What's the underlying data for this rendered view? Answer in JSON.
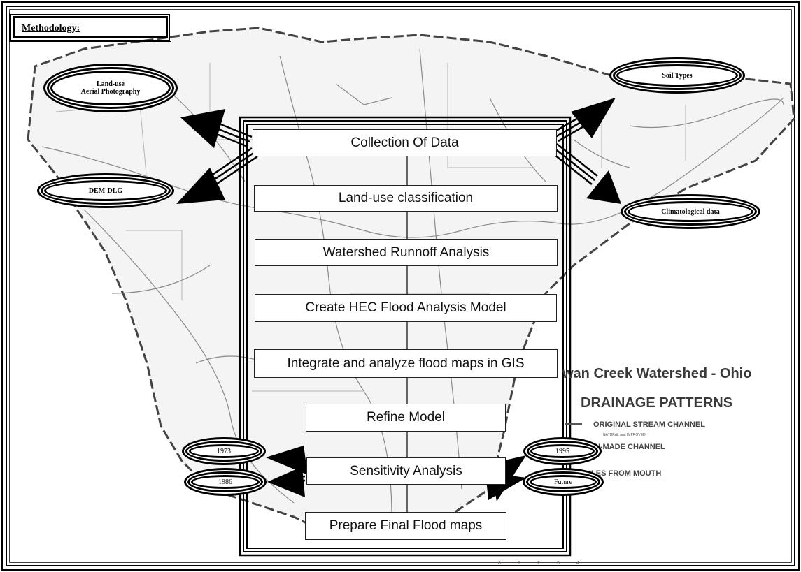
{
  "title": "Methodology:",
  "steps": [
    "Collection Of Data",
    "Land-use classification",
    "Watershed Runnoff Analysis",
    "Create HEC Flood Analysis Model",
    "Integrate and analyze flood maps in GIS",
    "Refine Model",
    "Sensitivity Analysis",
    "Prepare Final Flood maps"
  ],
  "data_inputs": {
    "land_use": {
      "line1": "Land-use",
      "line2": "Aerial Photography"
    },
    "dem": "DEM-DLG",
    "soil": "Soil Types",
    "climate": "Climatological data"
  },
  "years": {
    "y1973": "1973",
    "y1986": "1986",
    "y1995": "1995",
    "future": "Future"
  },
  "map_legend": {
    "title": "wan Creek Watershed - Ohio",
    "subtitle": "DRAINAGE PATTERNS",
    "item1": "ORIGINAL STREAM CHANNEL",
    "item2": "AN-MADE CHANNEL",
    "item3": "ILES FROM MOUTH"
  }
}
